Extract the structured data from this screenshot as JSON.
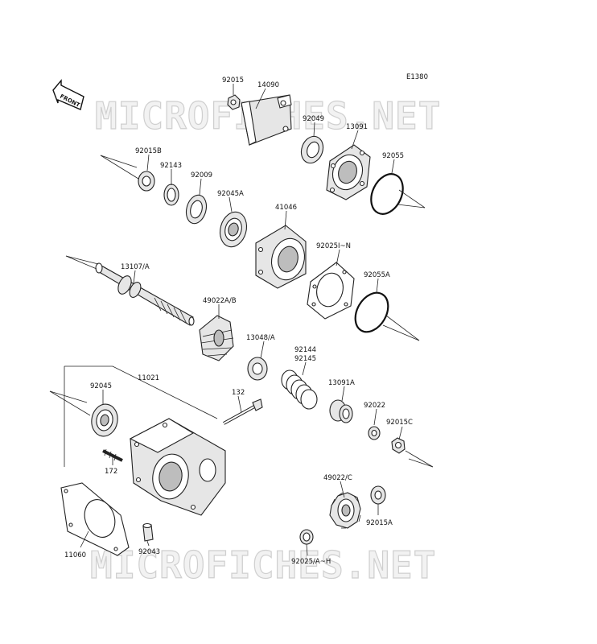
{
  "diagram_code": "E1380",
  "front_arrow_label": "FRONT",
  "watermark": "MICROFICHES.NET",
  "parts": [
    {
      "id": "p-92015",
      "label": "92015"
    },
    {
      "id": "p-14090",
      "label": "14090"
    },
    {
      "id": "p-92049",
      "label": "92049"
    },
    {
      "id": "p-13091",
      "label": "13091"
    },
    {
      "id": "p-92055",
      "label": "92055"
    },
    {
      "id": "p-92015B",
      "label": "92015B"
    },
    {
      "id": "p-92143",
      "label": "92143"
    },
    {
      "id": "p-92009",
      "label": "92009"
    },
    {
      "id": "p-92045A",
      "label": "92045A"
    },
    {
      "id": "p-41046",
      "label": "41046"
    },
    {
      "id": "p-92025I-N",
      "label": "92025I~N"
    },
    {
      "id": "p-13107A",
      "label": "13107/A"
    },
    {
      "id": "p-92055A",
      "label": "92055A"
    },
    {
      "id": "p-49022AB",
      "label": "49022A/B"
    },
    {
      "id": "p-13048A",
      "label": "13048/A"
    },
    {
      "id": "p-92144",
      "label": "92144"
    },
    {
      "id": "p-92145",
      "label": "92145"
    },
    {
      "id": "p-11021",
      "label": "11021"
    },
    {
      "id": "p-92045",
      "label": "92045"
    },
    {
      "id": "p-13091A",
      "label": "13091A"
    },
    {
      "id": "p-132",
      "label": "132"
    },
    {
      "id": "p-92022",
      "label": "92022"
    },
    {
      "id": "p-92015C",
      "label": "92015C"
    },
    {
      "id": "p-172",
      "label": "172"
    },
    {
      "id": "p-49022C",
      "label": "49022/C"
    },
    {
      "id": "p-92015A",
      "label": "92015A"
    },
    {
      "id": "p-11060",
      "label": "11060"
    },
    {
      "id": "p-92043",
      "label": "92043"
    },
    {
      "id": "p-92025A-H",
      "label": "92025/A~H"
    }
  ]
}
